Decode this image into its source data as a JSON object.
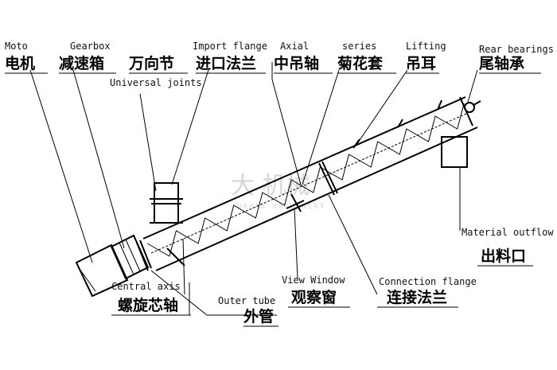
{
  "labels": {
    "motor": {
      "en": "Moto",
      "zh": "电机"
    },
    "gearbox": {
      "en": "Gearbox",
      "zh": "减速箱"
    },
    "universal_joints": {
      "en": "Universal joints",
      "zh": "万向节"
    },
    "import_flange": {
      "en": "Import flange",
      "zh": "进口法兰"
    },
    "axial": {
      "en": "Axial",
      "zh": "中吊轴"
    },
    "series": {
      "en": "series",
      "zh": "菊花套"
    },
    "lifting": {
      "en": "Lifting",
      "zh": "吊耳"
    },
    "rear_bearings": {
      "en": "Rear bearings",
      "zh": "尾轴承"
    },
    "material_outflow": {
      "en": "Material outflow",
      "zh": "出料口"
    },
    "central_axis": {
      "en": "Central axis",
      "zh": "螺旋芯轴"
    },
    "outer_tube": {
      "en": "Outer tube",
      "zh": "外管"
    },
    "view_window": {
      "en": "View Window",
      "zh": "观察窗"
    },
    "connection_flange": {
      "en": "Connection flange",
      "zh": "连接法兰"
    }
  },
  "watermark": {
    "main": "大 机械",
    "sub": "DAHAN MACHINERY"
  },
  "colors": {
    "ink": "#000000",
    "watermark": "#d6d6d6"
  }
}
